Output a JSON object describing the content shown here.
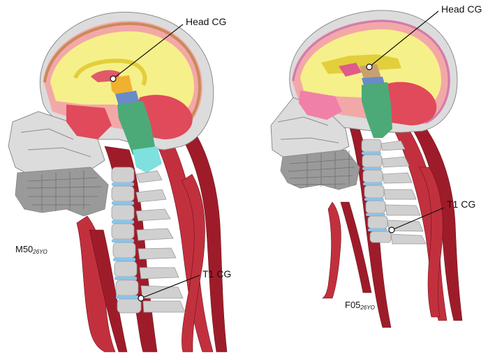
{
  "figure": {
    "left_model": {
      "name": "M50",
      "subscript": "26YO",
      "head_cg_label": "Head CG",
      "t1_cg_label": "T1 CG"
    },
    "right_model": {
      "name": "F05",
      "subscript": "26YO",
      "head_cg_label": "Head CG",
      "t1_cg_label": "T1 CG"
    }
  },
  "colors": {
    "skull": "#dcdcdc",
    "skull_edge": "#8c8c8c",
    "jaw": "#9a9a9a",
    "brain": "#f6f08a",
    "brain_outer": "#f3a8a8",
    "csf": "#c98a5a",
    "cerebellum": "#e04a5a",
    "brainstem": "#4caa78",
    "neck_muscle": "#9e1c2a",
    "neck_muscle_light": "#c2303e",
    "vertebra": "#d0d0d0",
    "disc": "#8ac4ea",
    "ligament": "#7fe0e0",
    "cg_marker": "#ffffff",
    "leader_line": "#111111"
  }
}
